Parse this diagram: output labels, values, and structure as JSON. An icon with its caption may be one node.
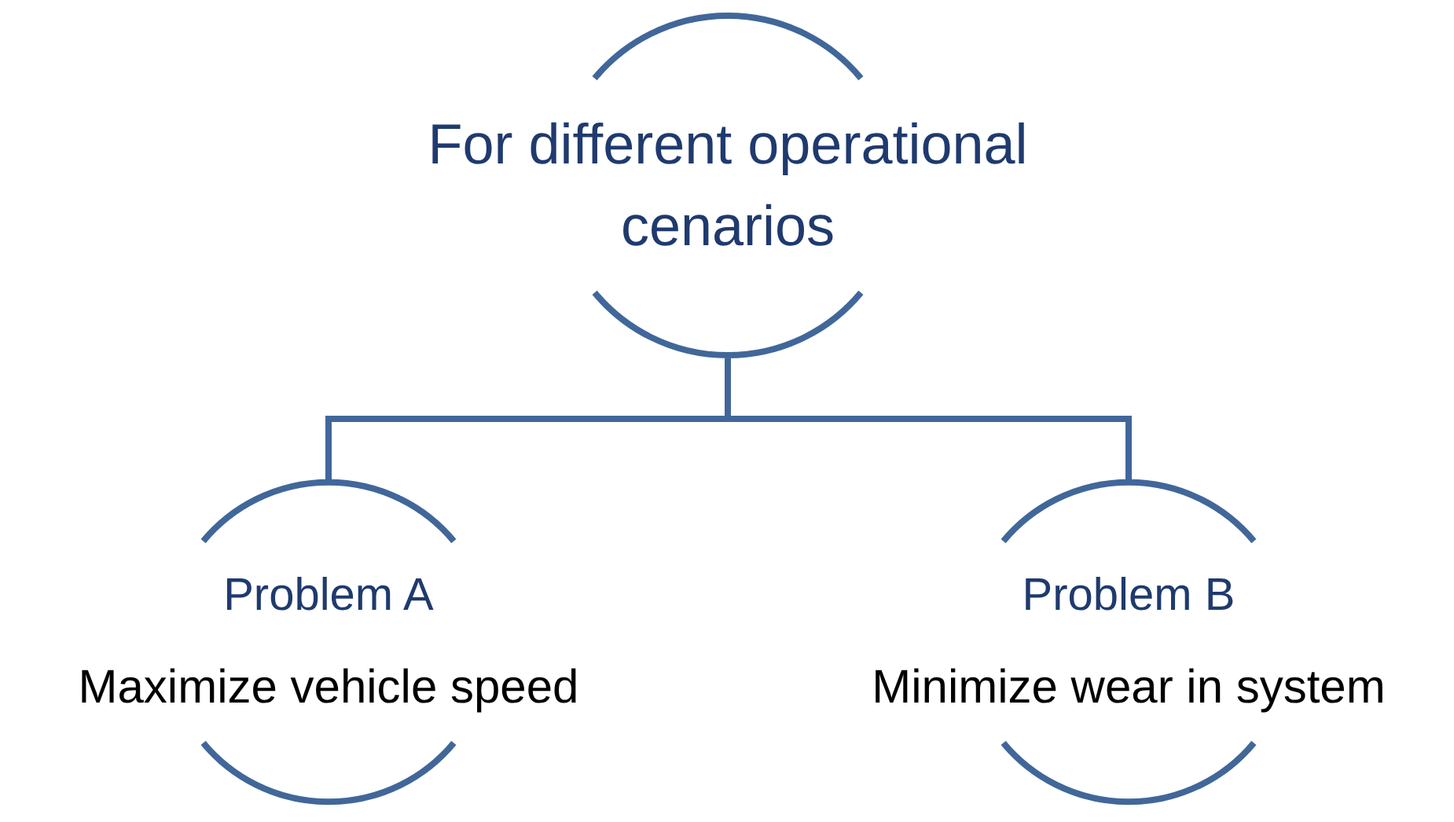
{
  "diagram": {
    "nodes": [
      {
        "text": [
          "For different operational cenarios"
        ]
      },
      {
        "text": [
          "Problem A",
          "Maximize vehicle speed"
        ]
      },
      {
        "text": [
          "Problem B",
          "Minimize wear in system"
        ]
      }
    ],
    "edges": [
      {
        "from": 0,
        "to": 1,
        "arrow": "none"
      },
      {
        "from": 0,
        "to": 2,
        "arrow": "none"
      }
    ]
  }
}
